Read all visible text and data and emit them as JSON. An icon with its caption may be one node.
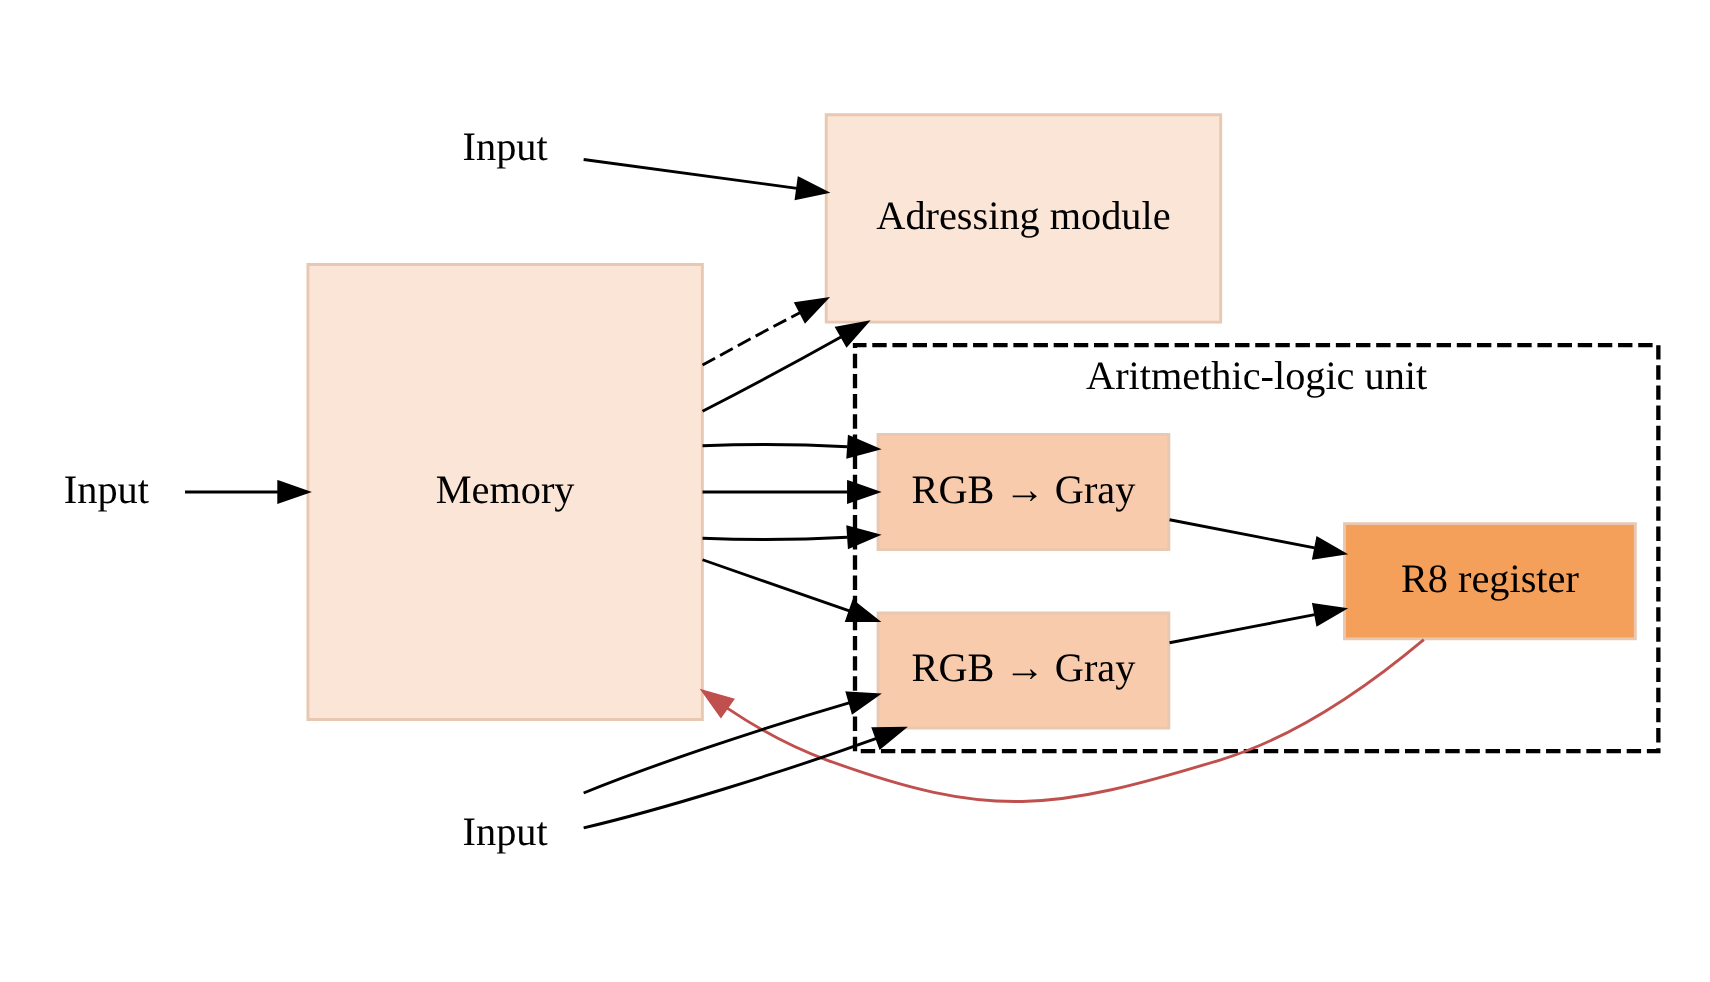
{
  "diagram": {
    "nodes": [
      {
        "text": [
          "Memory"
        ]
      },
      {
        "text": [
          "Adressing module"
        ]
      },
      {
        "text": [
          "Aritmethic-logic unit"
        ]
      },
      {
        "text": [
          "RGB → Gray"
        ],
        "in": 2
      },
      {
        "text": [
          "R8 register"
        ],
        "in": 2
      },
      {
        "text": [
          "RGB → Gray"
        ],
        "in": 2
      },
      {
        "text": [
          "Input"
        ]
      },
      {
        "text": [
          "Input"
        ]
      },
      {
        "text": [
          "Input"
        ]
      }
    ],
    "edges": [
      {
        "from": 6,
        "to": 0,
        "arrow": "to"
      },
      {
        "from": 0,
        "to": 1,
        "arrow": "to"
      },
      {
        "from": 0,
        "to": 1,
        "arrow": "to",
        "style": "dashed"
      },
      {
        "from": 7,
        "to": 1,
        "arrow": "to"
      },
      {
        "from": 0,
        "to": 3,
        "arrow": "to"
      },
      {
        "from": 0,
        "to": 3,
        "arrow": "to"
      },
      {
        "from": 0,
        "to": 3,
        "arrow": "to"
      },
      {
        "from": 0,
        "to": 5,
        "arrow": "to"
      },
      {
        "from": 8,
        "to": 5,
        "arrow": "to"
      },
      {
        "from": 8,
        "to": 5,
        "arrow": "to"
      },
      {
        "from": 3,
        "to": 4,
        "arrow": "to"
      },
      {
        "from": 5,
        "to": 4,
        "arrow": "to"
      },
      {
        "from": 4,
        "to": 0,
        "arrow": "to",
        "color": "#c0504d"
      }
    ]
  }
}
